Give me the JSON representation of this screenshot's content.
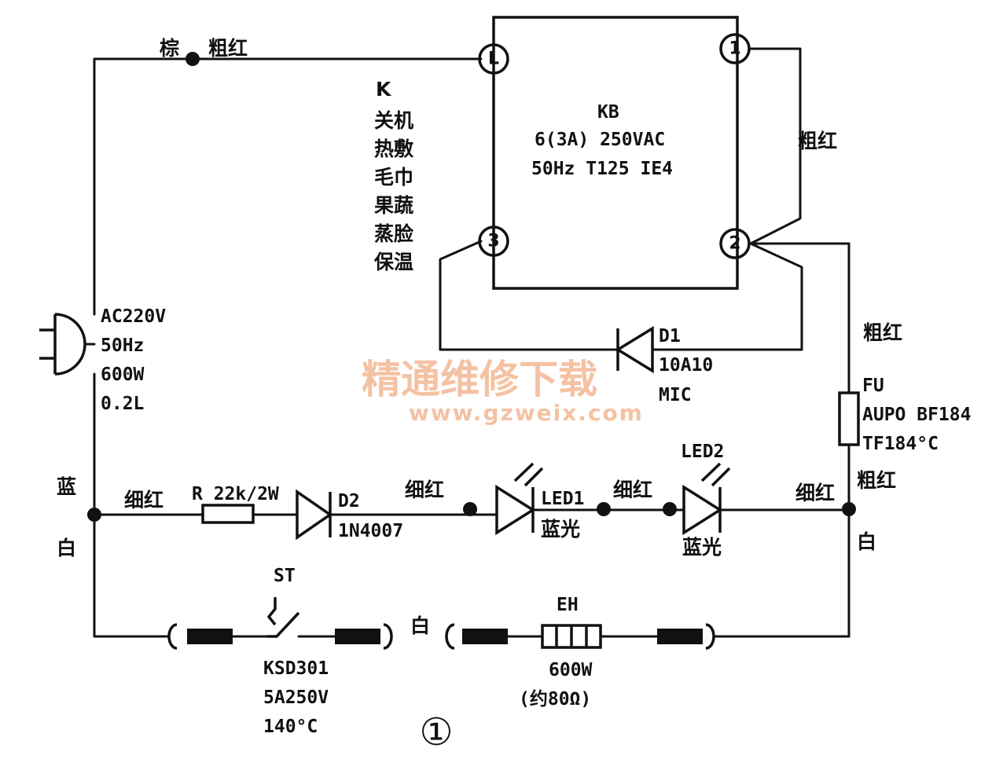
{
  "labels": {
    "brown": "棕",
    "thick_red_top": "粗红",
    "switch_k": "K",
    "switch_modes": [
      "关机",
      "热敷",
      "毛巾",
      "果蔬",
      "蒸脸",
      "保温"
    ],
    "kb_title": "KB",
    "kb_spec1": "6(3A) 250VAC",
    "kb_spec2": "50Hz T125 IE4",
    "thick_red_right": "粗红",
    "terminal_L": "L",
    "terminal_1": "1",
    "terminal_2": "2",
    "terminal_3": "3",
    "plug_spec": [
      "AC220V",
      "50Hz",
      "600W",
      "0.2L"
    ],
    "d1_name": "D1",
    "d1_part": "10A10",
    "d1_mfr": "MIC",
    "thick_red_fuse_top": "粗红",
    "fu_name": "FU",
    "fu_part": "AUPO BF184",
    "fu_temp": "TF184°C",
    "thick_red_fuse_bottom": "粗红",
    "blue": "蓝",
    "white_left": "白",
    "thin_red_1": "细红",
    "resistor": "R 22k/2W",
    "d2_name": "D2",
    "d2_part": "1N4007",
    "thin_red_2": "细红",
    "led1_name": "LED1",
    "led1_color": "蓝光",
    "thin_red_3": "细红",
    "led2_name": "LED2",
    "led2_color": "蓝光",
    "thin_red_4": "细红",
    "white_right": "白",
    "st_name": "ST",
    "st_part": "KSD301",
    "st_rating": "5A250V",
    "st_temp": "140°C",
    "white_bottom": "白",
    "eh_name": "EH",
    "eh_power": "600W",
    "eh_resistance": "(约80Ω)",
    "figure_number": "①"
  },
  "watermark": {
    "text": "精通维修下载",
    "url": "www.gzweix.com"
  }
}
